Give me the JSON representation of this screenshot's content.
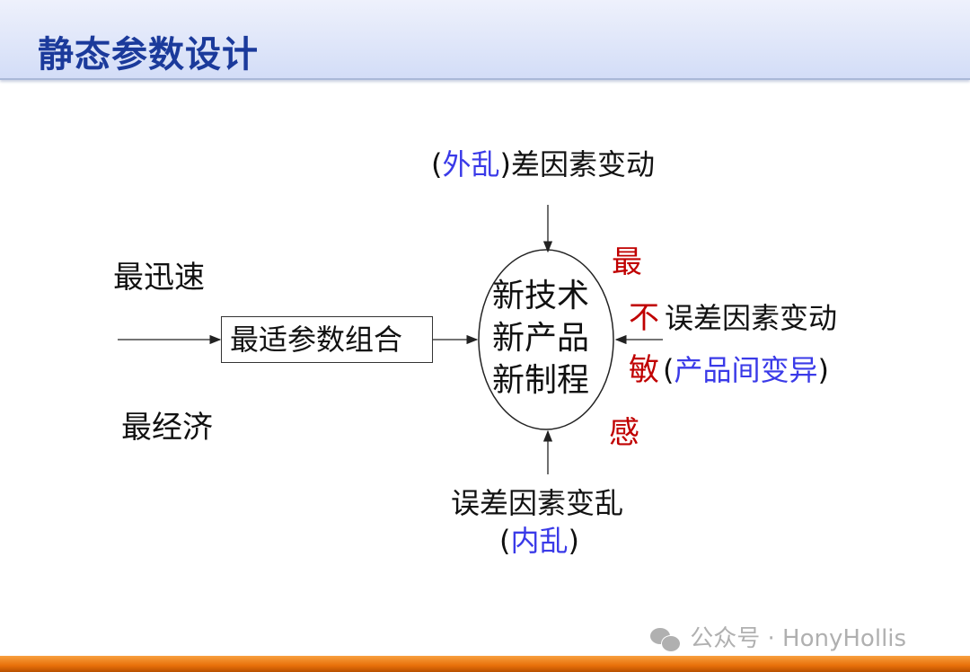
{
  "header": {
    "title": "静态参数设计"
  },
  "diagram": {
    "top": {
      "open": "(",
      "inner": "外乱",
      "close": ")",
      "text": "差因素变动"
    },
    "center_lines": [
      "新技术",
      "新产品",
      "新制程"
    ],
    "left_top": "最迅速",
    "left_bottom": "最经济",
    "box_label": "最适参数组合",
    "right_red": [
      "最",
      "不",
      "敏",
      "感"
    ],
    "right_line1": "误差因素变动",
    "right_line2": {
      "open": "(",
      "inner": "产品间变异",
      "close": ")"
    },
    "bottom_line1": "误差因素变乱",
    "bottom_line2": {
      "open": "(",
      "inner": "内乱",
      "close": ")"
    }
  },
  "watermark": {
    "text": "公众号 · HonyHollis",
    "icon": "wechat-icon"
  }
}
